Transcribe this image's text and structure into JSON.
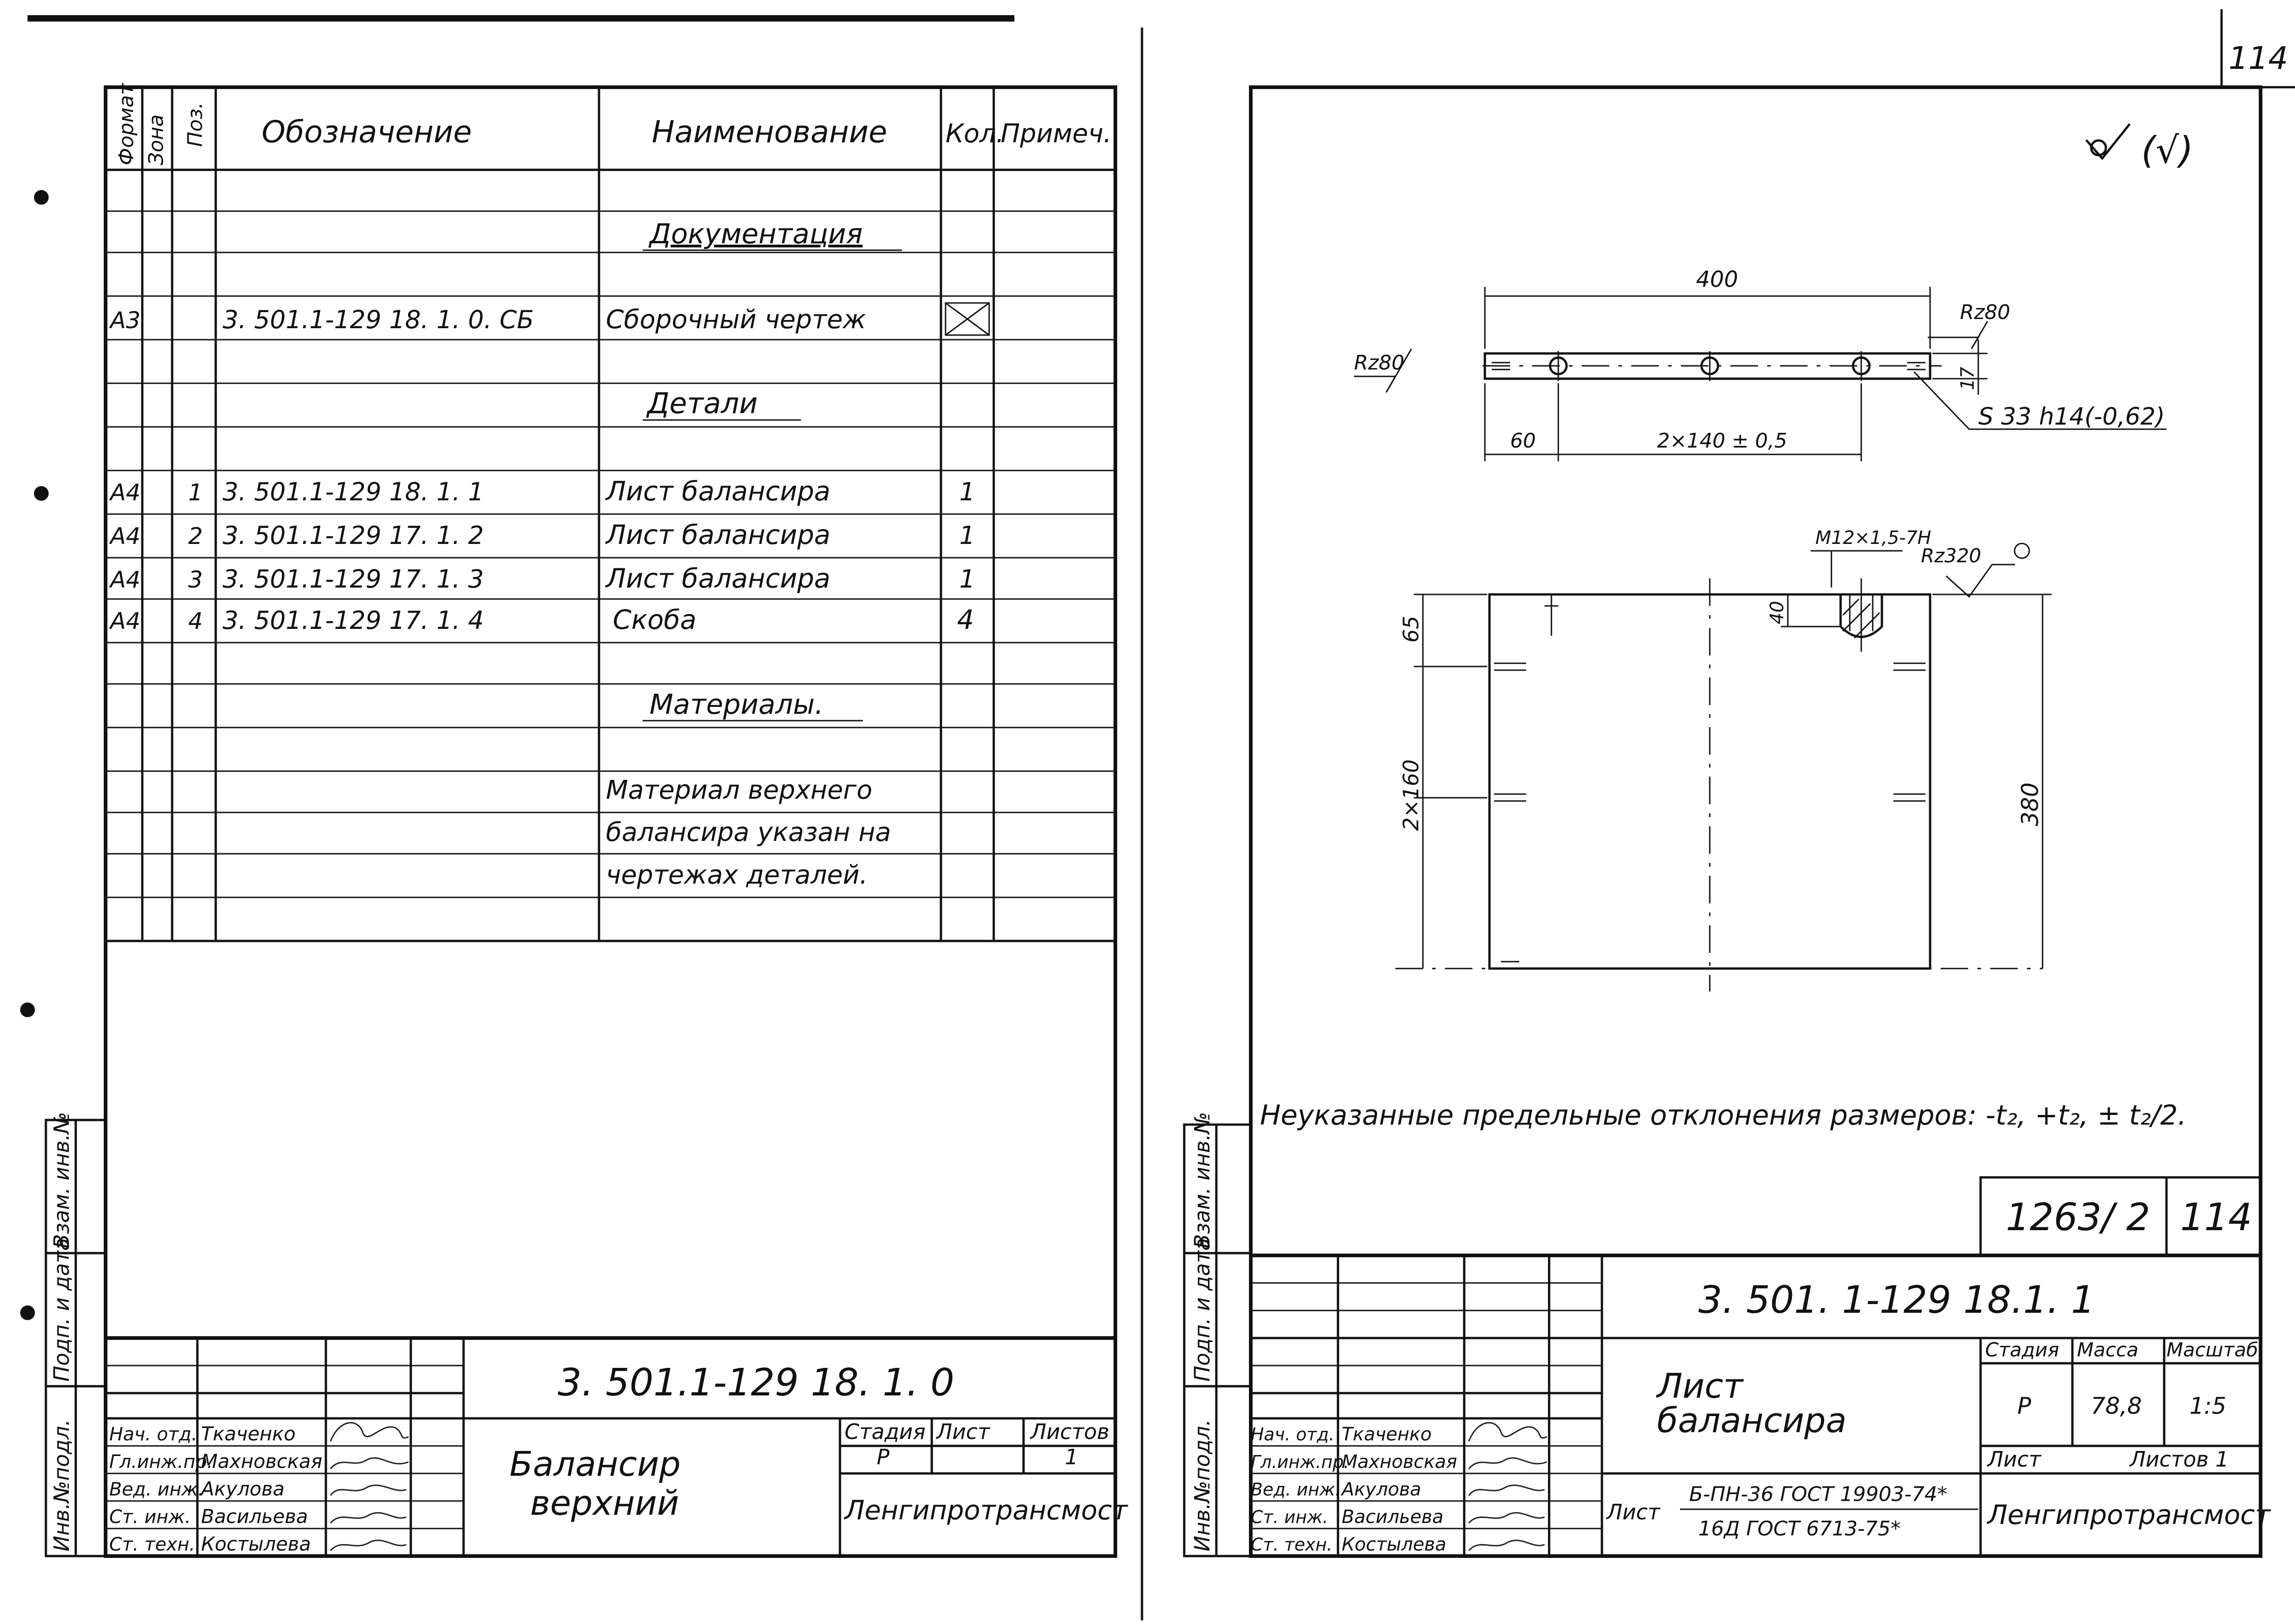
{
  "page_number": "114",
  "left": {
    "headers": {
      "format": "Формат",
      "zone": "Зона",
      "pos": "Поз.",
      "designation": "Обозначение",
      "name": "Наименование",
      "qty": "Кол.",
      "note": "Примеч."
    },
    "section_documentation": "Документация",
    "doc_row": {
      "format": "А3",
      "designation": "3. 501.1-129   18. 1. 0. СБ",
      "name": "Сборочный  чертеж"
    },
    "section_details": "Детали",
    "detail_rows": [
      {
        "format": "А4",
        "pos": "1",
        "designation": "3. 501.1-129   18.   1.   1",
        "name": "Лист   балансира",
        "qty": "1"
      },
      {
        "format": "А4",
        "pos": "2",
        "designation": "3. 501.1-129   17.   1.   2",
        "name": "Лист   балансира",
        "qty": "1"
      },
      {
        "format": "А4",
        "pos": "3",
        "designation": "3. 501.1-129   17.   1.   3",
        "name": "Лист   балансира",
        "qty": "1"
      },
      {
        "format": "А4",
        "pos": "4",
        "designation": "3. 501.1-129   17.  1.  4",
        "name": "Скоба",
        "qty": "4"
      }
    ],
    "section_materials": "Материалы.",
    "material_lines": [
      "Материал  верхнего",
      "балансира указан на",
      "чертежах  деталей."
    ],
    "side_labels": [
      "Инв.№подл.",
      "Подп. и дата",
      "Взам. инв.№"
    ],
    "title_block": {
      "code": "3. 501.1-129 18. 1. 0",
      "name_line1": "Балансир",
      "name_line2": "верхний",
      "stage_label": "Стадия",
      "sheet_label": "Лист",
      "sheets_label": "Листов",
      "stage": "Р",
      "sheets": "1",
      "org": "Ленгипротрансмост",
      "roles": [
        "Нач. отд.",
        "Гл.инж.пр.",
        "Вед. инж.",
        "Ст. инж.",
        "Ст. техн."
      ],
      "names": [
        "Ткаченко",
        "Махновская",
        "Акулова",
        "Васильева",
        "Костылева"
      ]
    }
  },
  "right": {
    "roughness_mark": "(√)",
    "top_view": {
      "length": "400",
      "height": "17",
      "roughness_left": "Rz80",
      "roughness_right": "Rz80",
      "offset": "60",
      "spacing": "2×140 ± 0,5",
      "thickness": "S 33 h14(-0,62)"
    },
    "front_view": {
      "thread": "М12×1,5-7Н",
      "roughness": "Rz320",
      "depth": "40",
      "top_offset": "65",
      "spacing": "2×160",
      "height": "380"
    },
    "note": "Неуказанные  предельные  отклонения  размеров: -t₂, +t₂, ± t₂/2.",
    "ref_code": "1263/ 2",
    "ref_sheet": "114",
    "side_labels": [
      "Инв.№подл.",
      "Подп. и дата",
      "Взам. инв.№"
    ],
    "title_block": {
      "code": "3. 501. 1-129   18.1. 1",
      "name_line1": "Лист",
      "name_line2": "балансира",
      "stage_label": "Стадия",
      "mass_label": "Масса",
      "scale_label": "Масштаб",
      "stage": "Р",
      "mass": "78,8",
      "scale": "1:5",
      "sheet_label": "Лист",
      "sheets_label": "Листов 1",
      "material_label": "Лист",
      "material_top": "Б-ПН-36 ГОСТ 19903-74*",
      "material_bottom": "16Д  ГОСТ 6713-75*",
      "org": "Ленгипротрансмост",
      "roles": [
        "Нач. отд.",
        "Гл.инж.пр.",
        "Вед. инж.",
        "Ст. инж.",
        "Ст. техн."
      ],
      "names": [
        "Ткаченко",
        "Махновская",
        "Акулова",
        "Васильева",
        "Костылева"
      ]
    }
  }
}
